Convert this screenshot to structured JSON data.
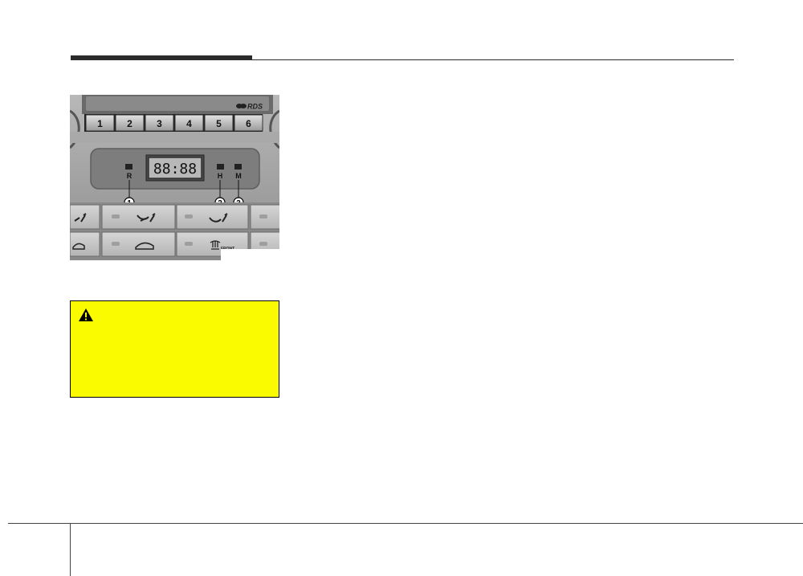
{
  "figure": {
    "preset_buttons": [
      "1",
      "2",
      "3",
      "4",
      "5",
      "6"
    ],
    "clock_display": "88:88",
    "clock_buttons": [
      "R",
      "H",
      "M"
    ],
    "defrost_label": "FRONT",
    "icons": [
      "cd-rds-badge",
      "callout-1",
      "callout-2",
      "callout-3",
      "vent-icon",
      "floor-icon",
      "recirc-icon",
      "defrost-icon"
    ]
  },
  "warning": {
    "icon": "warning-triangle-icon",
    "background": "#fbfb00"
  },
  "colors": {
    "header_rule": "#2b2b2b",
    "panel_grey": "#9c9c9c"
  }
}
